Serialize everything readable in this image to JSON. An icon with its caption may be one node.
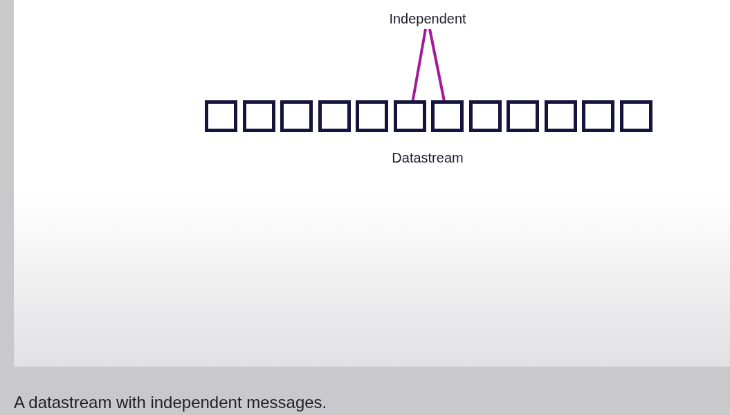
{
  "diagram": {
    "caption": "A datastream with independent messages.",
    "nodes": [
      {
        "text": [
          "Independent"
        ]
      },
      {
        "text": [],
        "shape": "box"
      },
      {
        "text": [],
        "shape": "box"
      },
      {
        "text": [],
        "shape": "box"
      },
      {
        "text": [],
        "shape": "box"
      },
      {
        "text": [],
        "shape": "box"
      },
      {
        "text": [],
        "shape": "box"
      },
      {
        "text": [],
        "shape": "box"
      },
      {
        "text": [],
        "shape": "box"
      },
      {
        "text": [],
        "shape": "box"
      },
      {
        "text": [],
        "shape": "box"
      },
      {
        "text": [],
        "shape": "box"
      },
      {
        "text": [],
        "shape": "box"
      }
    ],
    "edges": [
      {
        "from": 0,
        "to": 6,
        "arrow": "none",
        "color": "#a3199c"
      },
      {
        "from": 0,
        "to": 7,
        "arrow": "none",
        "color": "#a3199c"
      }
    ],
    "labels": [
      "Datastream"
    ]
  }
}
